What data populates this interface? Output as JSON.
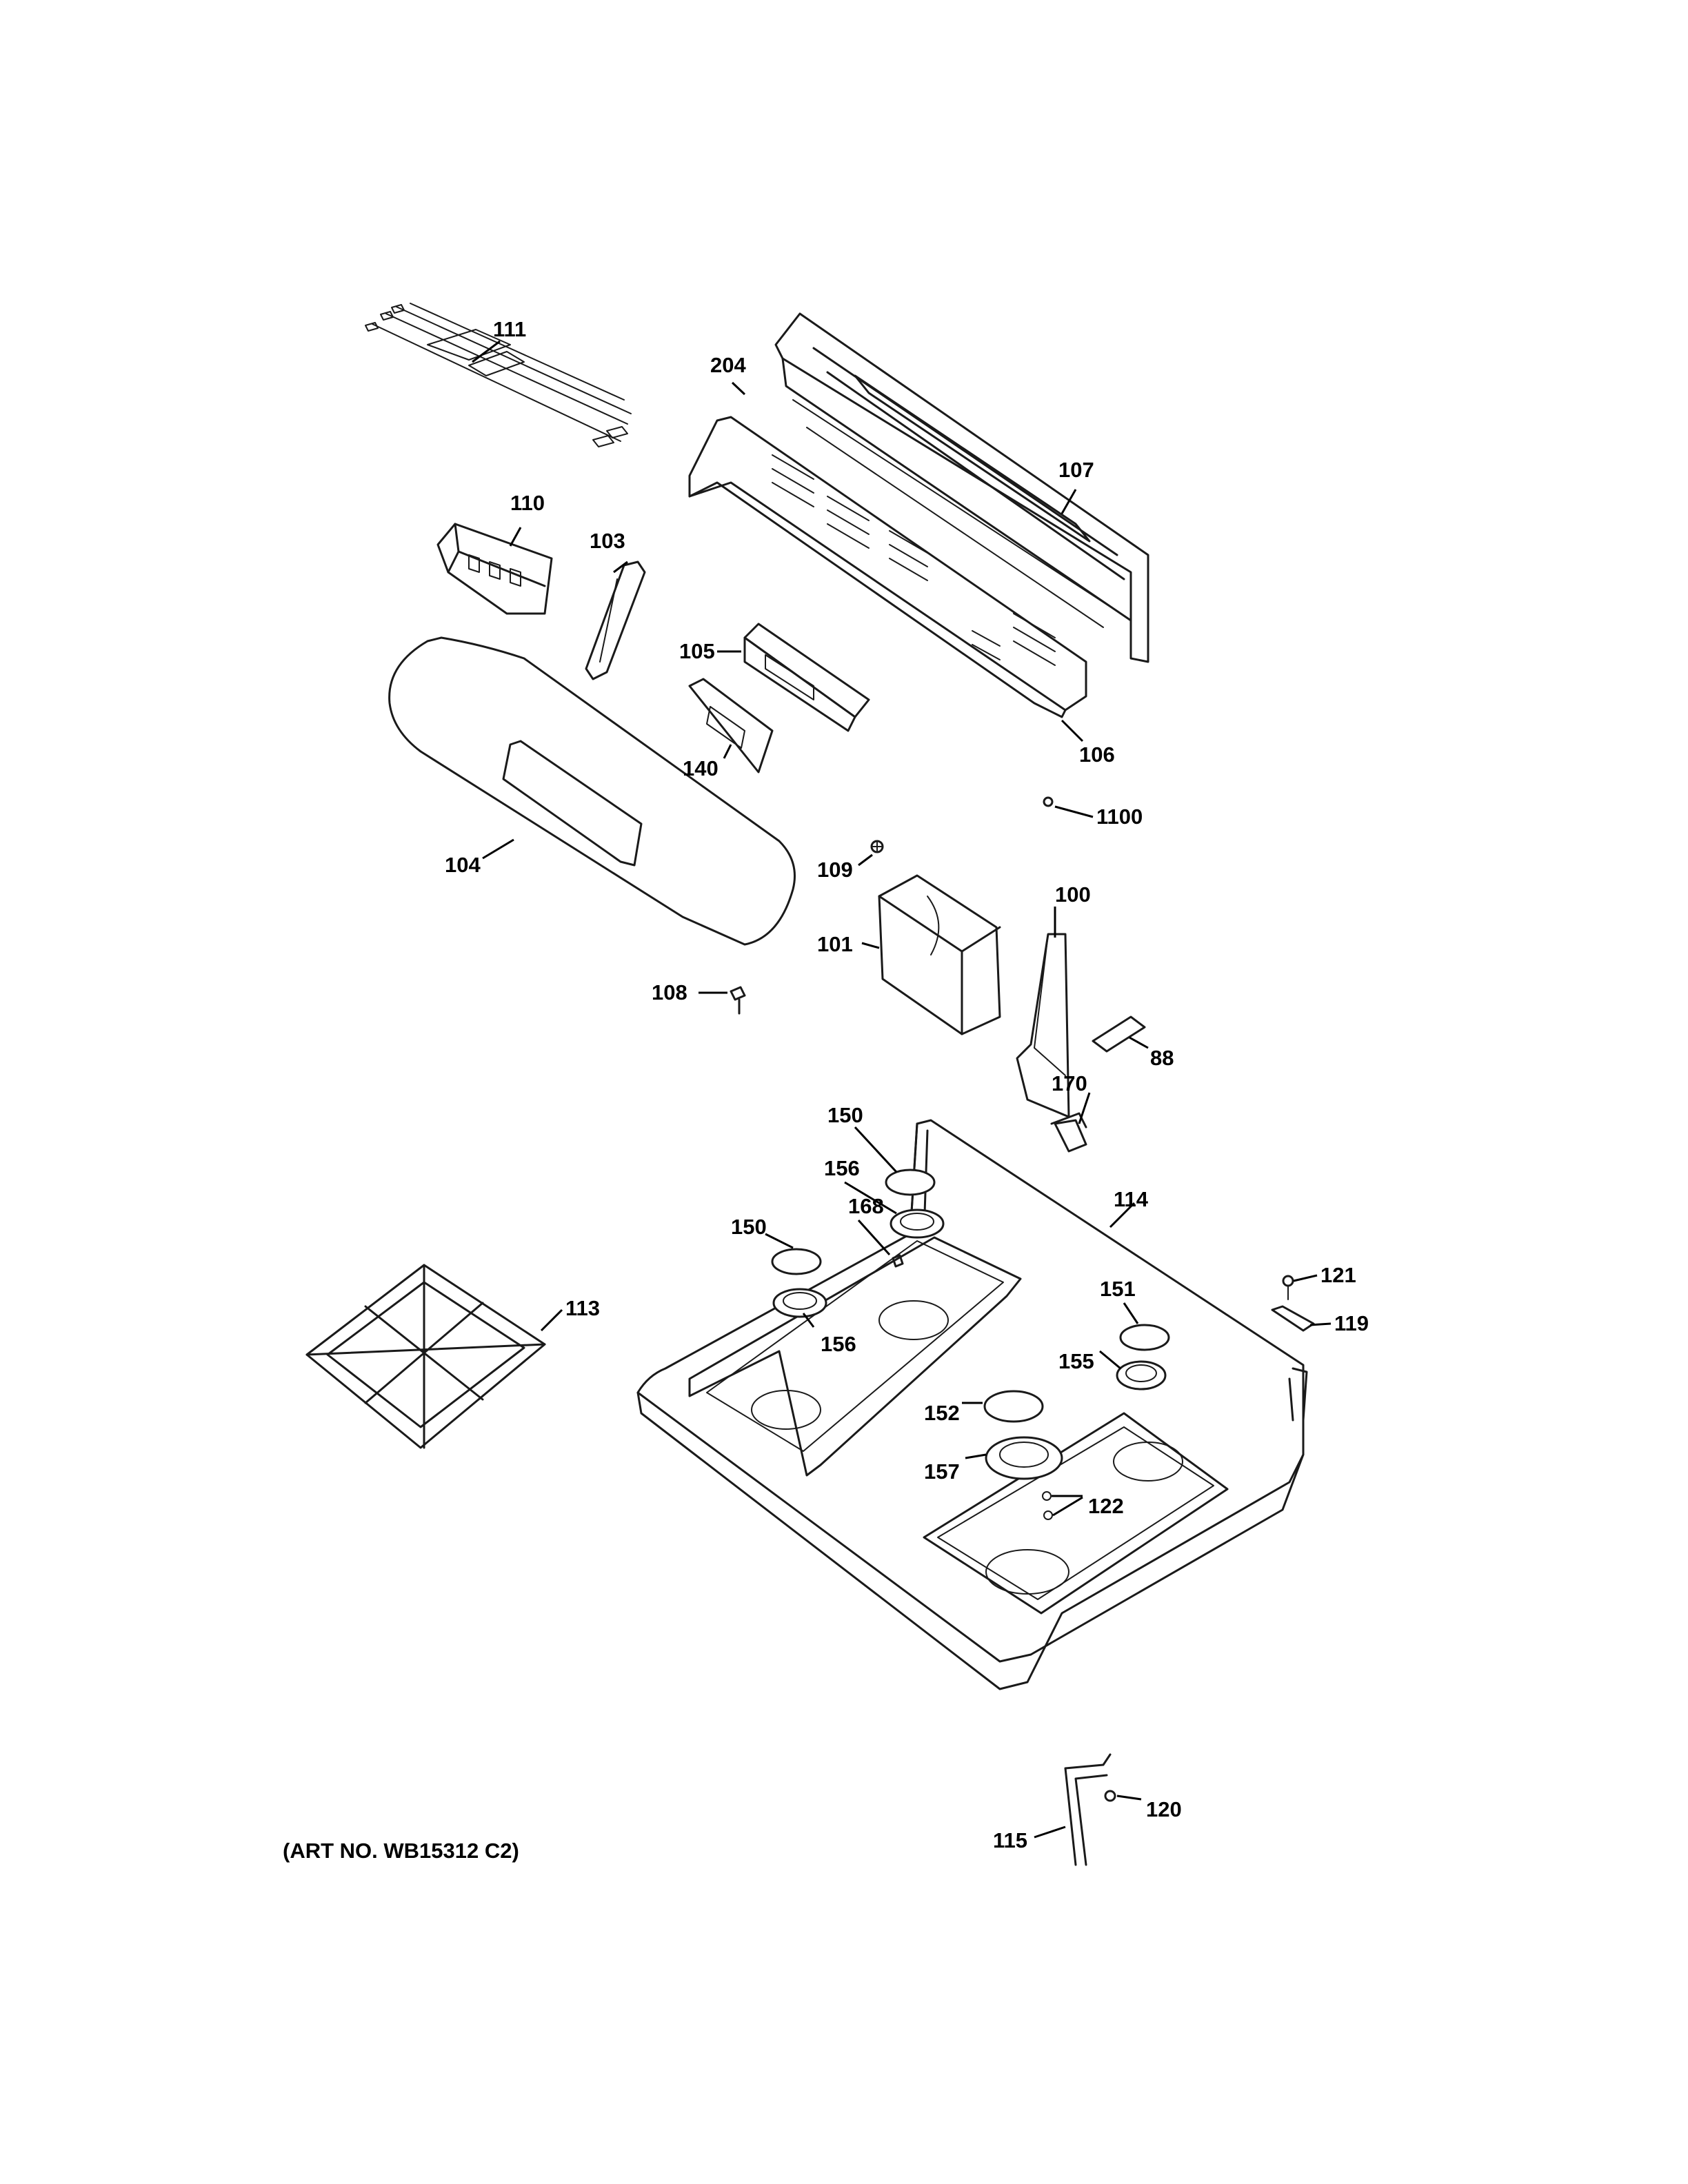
{
  "art_number": "(ART NO. WB15312 C2)",
  "labels": {
    "l111": "111",
    "l204": "204",
    "l107": "107",
    "l110": "110",
    "l103": "103",
    "l105": "105",
    "l140": "140",
    "l106": "106",
    "l1100": "1100",
    "l104": "104",
    "l109": "109",
    "l100": "100",
    "l101": "101",
    "l108": "108",
    "l88": "88",
    "l170": "170",
    "l150a": "150",
    "l156a": "156",
    "l114": "114",
    "l150b": "150",
    "l168": "168",
    "l121": "121",
    "l113": "113",
    "l151": "151",
    "l119": "119",
    "l156b": "156",
    "l155": "155",
    "l152": "152",
    "l157": "157",
    "l122": "122",
    "l120": "120",
    "l115": "115"
  }
}
